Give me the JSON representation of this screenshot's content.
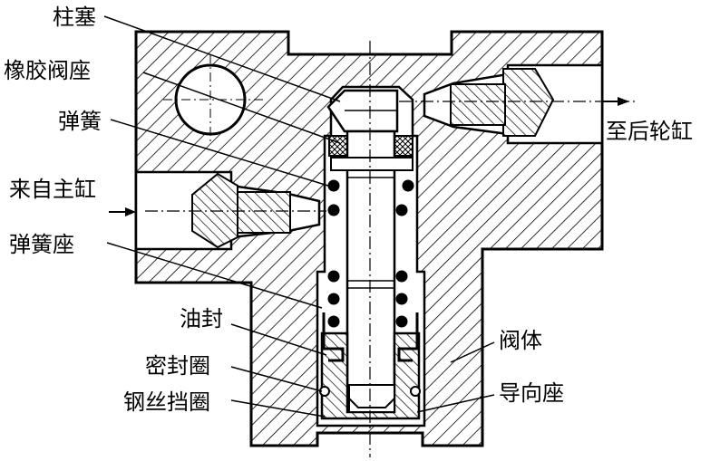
{
  "labels": {
    "plunger": "柱塞",
    "rubber_seat": "橡胶阀座",
    "spring": "弹簧",
    "from_master": "来自主缸",
    "spring_seat": "弹簧座",
    "oil_seal": "油封",
    "seal_ring": "密封圈",
    "wire_retainer": "钢丝挡圈",
    "to_rear": "至后轮缸",
    "valve_body": "阀体",
    "guide_seat": "导向座"
  },
  "colors": {
    "line": "#000000",
    "background": "#ffffff"
  }
}
